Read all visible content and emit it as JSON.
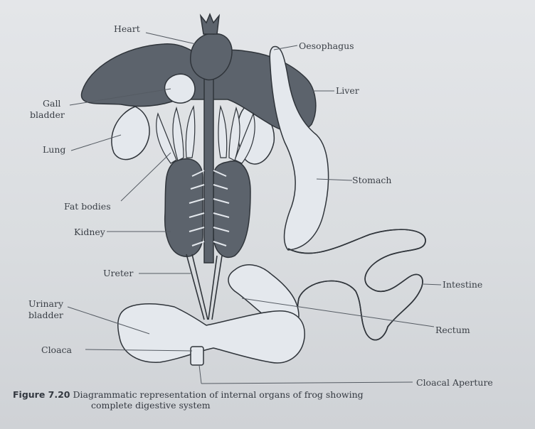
{
  "labels": {
    "heart": "Heart",
    "oesophagus": "Oesophagus",
    "liver": "Liver",
    "gall_bladder_1": "Gall",
    "gall_bladder_2": "bladder",
    "lung": "Lung",
    "stomach": "Stomach",
    "fat_bodies": "Fat bodies",
    "kidney": "Kidney",
    "ureter": "Ureter",
    "intestine": "Intestine",
    "urinary_bladder_1": "Urinary",
    "urinary_bladder_2": "bladder",
    "rectum": "Rectum",
    "cloaca": "Cloaca",
    "cloacal_aperture": "Cloacal Aperture"
  },
  "caption": {
    "figure_number": "Figure 7.20",
    "text_line1": "Diagrammatic representation of internal organs of frog showing",
    "text_line2": "complete digestive system"
  },
  "colors": {
    "organ_dark": "#5c636c",
    "organ_light": "#e4e8ed",
    "outline": "#2f343a",
    "leader_line": "#555b63"
  }
}
